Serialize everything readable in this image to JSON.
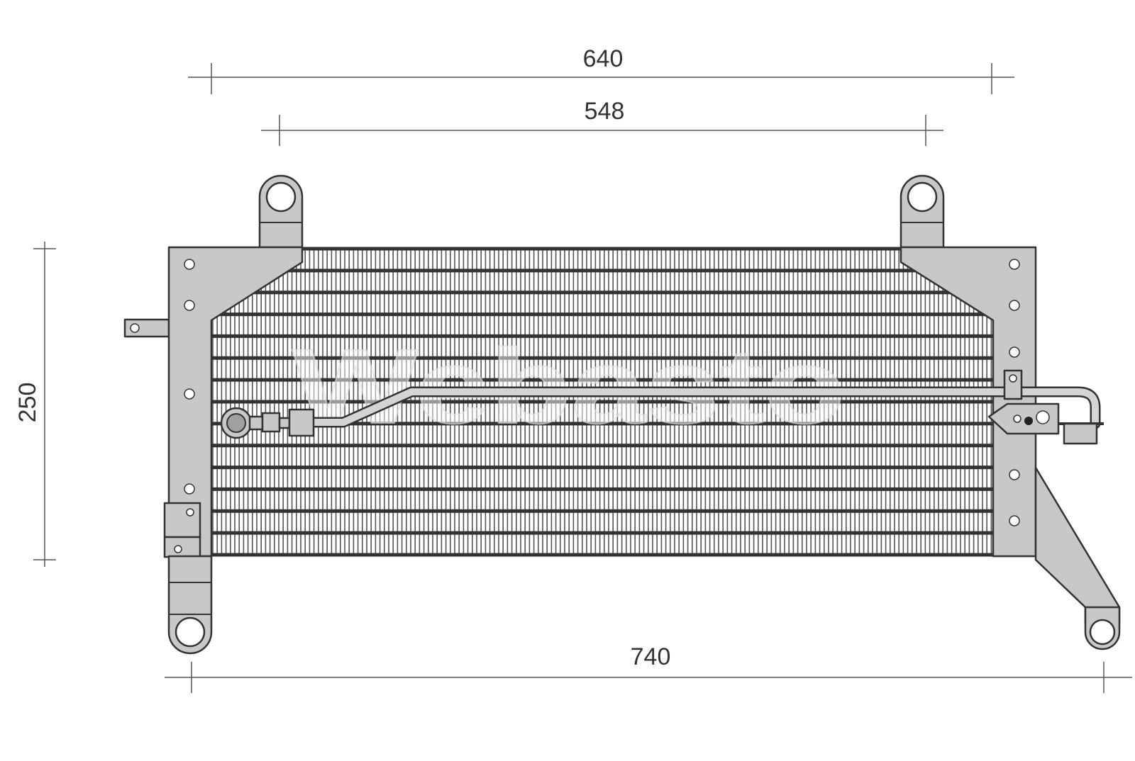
{
  "dimensions": {
    "top_overall": "640",
    "top_inner": "548",
    "height": "250",
    "bottom_overall": "740"
  },
  "watermark": "Webasto",
  "colors": {
    "frame": "#c8c8c8",
    "outline": "#333333",
    "dimension": "#555555"
  }
}
